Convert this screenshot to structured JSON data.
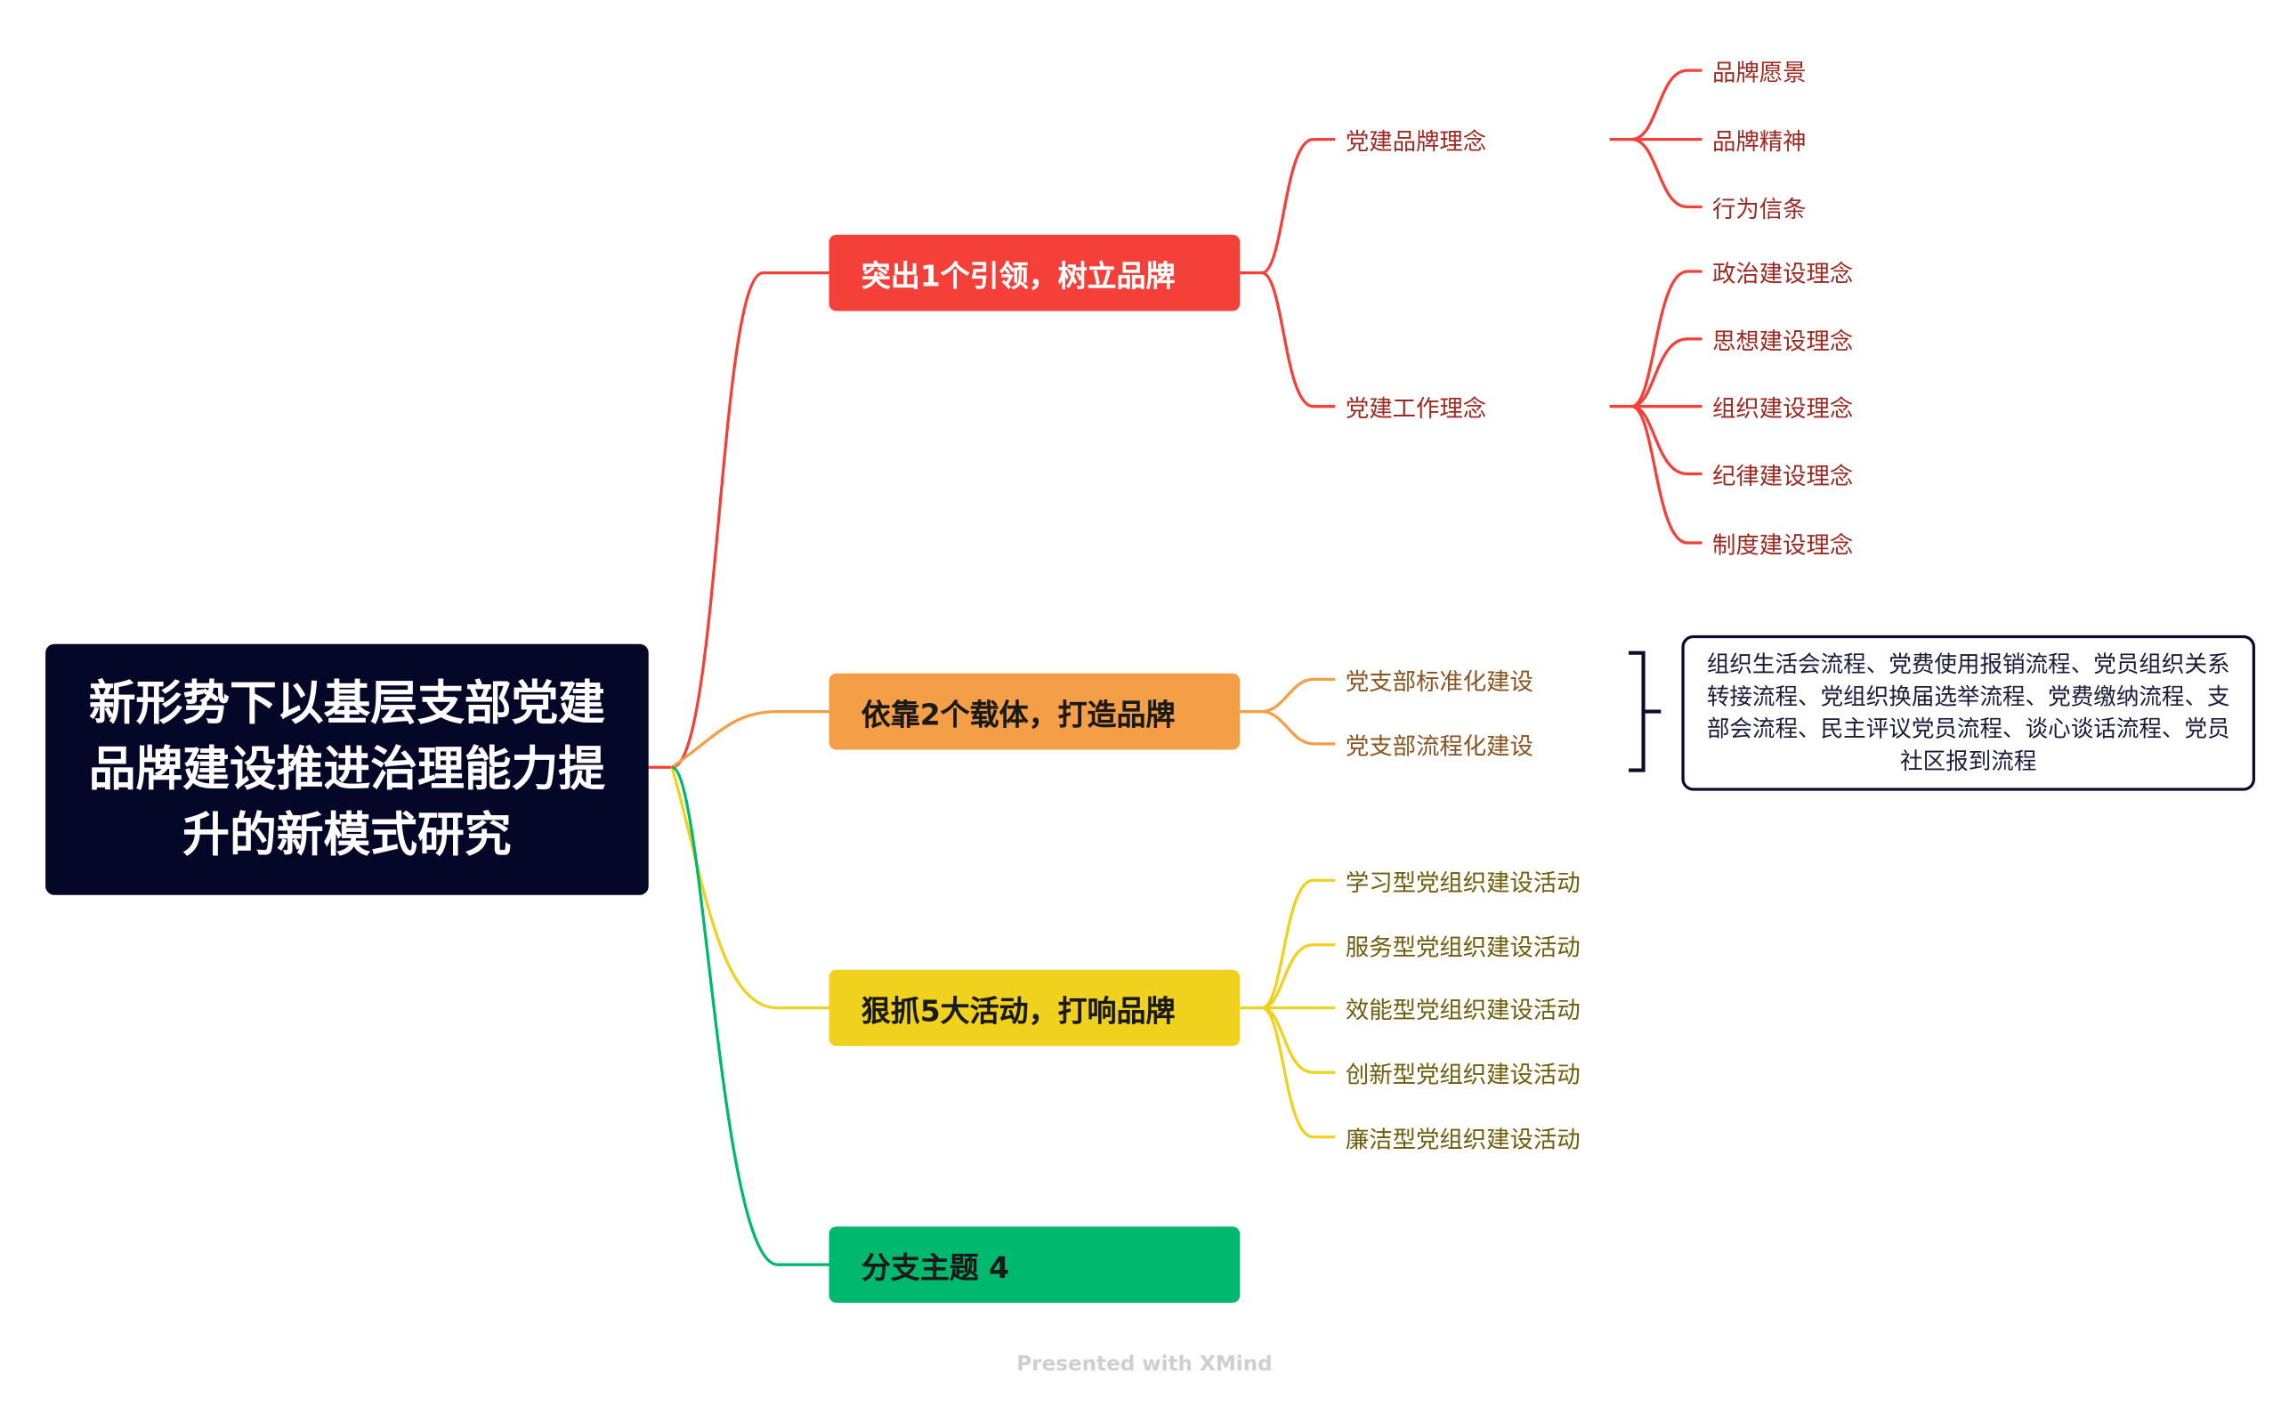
{
  "root": {
    "title": "新形势下以基层支部党建品牌建设推进治理能力提升的新模式研究"
  },
  "branches": [
    {
      "label": "突出1个引领，树立品牌",
      "color": "#f5403a",
      "subs": [
        {
          "label": "党建品牌理念",
          "leaves": [
            "品牌愿景",
            "品牌精神",
            "行为信条"
          ]
        },
        {
          "label": "党建工作理念",
          "leaves": [
            "政治建设理念",
            "思想建设理念",
            "组织建设理念",
            "纪律建设理念",
            "制度建设理念"
          ]
        }
      ]
    },
    {
      "label": "依靠2个载体，打造品牌",
      "color": "#f59e48",
      "subs": [
        {
          "label": "党支部标准化建设"
        },
        {
          "label": "党支部流程化建设"
        }
      ],
      "summary": "组织生活会流程、党费使用报销流程、党员组织关系转接流程、党组织换届选举流程、党费缴纳流程、支部会流程、民主评议党员流程、谈心谈话流程、党员社区报到流程"
    },
    {
      "label": "狠抓5大活动，打响品牌",
      "color": "#f0d21e",
      "subs": [
        {
          "label": "学习型党组织建设活动"
        },
        {
          "label": "服务型党组织建设活动"
        },
        {
          "label": "效能型党组织建设活动"
        },
        {
          "label": "创新型党组织建设活动"
        },
        {
          "label": "廉洁型党组织建设活动"
        }
      ]
    },
    {
      "label": "分支主题 4",
      "color": "#00b86e"
    }
  ],
  "watermark": "Presented with XMind"
}
